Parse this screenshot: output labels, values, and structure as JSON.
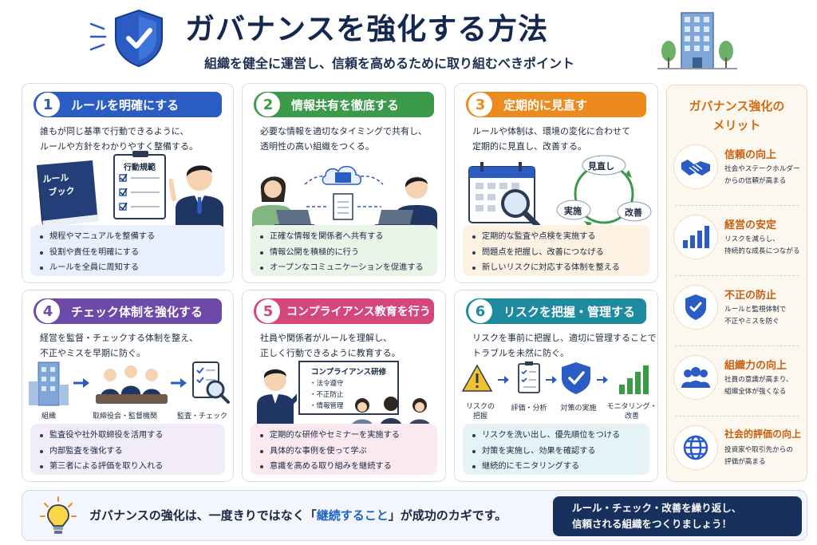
{
  "header": {
    "title": "ガバナンスを強化する方法",
    "subtitle": "組織を健全に運営し、信頼を高めるために取り組むべきポイント"
  },
  "colors": {
    "blue": "#2a5cc4",
    "green": "#3a9a4a",
    "orange": "#ec8a1e",
    "purple": "#6e4aa8",
    "pink": "#d5467c",
    "teal": "#1e8aa0",
    "navy": "#17305e"
  },
  "cards": [
    {
      "num": "1",
      "title": "ルールを明確にする",
      "desc": [
        "誰もが同じ基準で行動できるように、",
        "ルールや方針をわかりやすく整備する。"
      ],
      "book_label": [
        "ルール",
        "ブック"
      ],
      "board_title": "行動規範",
      "bullets": [
        "規程やマニュアルを整備する",
        "役割や責任を明確にする",
        "ルールを全員に周知する"
      ]
    },
    {
      "num": "2",
      "title": "情報共有を徹底する",
      "desc": [
        "必要な情報を適切なタイミングで共有し、",
        "透明性の高い組織をつくる。"
      ],
      "bullets": [
        "正確な情報を関係者へ共有する",
        "情報公開を積極的に行う",
        "オープンなコミュニケーションを促進する"
      ]
    },
    {
      "num": "3",
      "title": "定期的に見直す",
      "desc": [
        "ルールや体制は、環境の変化に合わせて",
        "定期的に見直し、改善する。"
      ],
      "cycle": [
        "見直し",
        "改善",
        "実施"
      ],
      "bullets": [
        "定期的な監査や点検を実施する",
        "問題点を把握し、改善につなげる",
        "新しいリスクに対応する体制を整える"
      ]
    },
    {
      "num": "4",
      "title": "チェック体制を強化する",
      "desc": [
        "経営を監督・チェックする体制を整え、",
        "不正やミスを早期に防ぐ。"
      ],
      "labels": [
        "組織",
        "取締役会・監督機関",
        "監査・チェック"
      ],
      "bullets": [
        "監査役や社外取締役を活用する",
        "内部監査を強化する",
        "第三者による評価を取り入れる"
      ]
    },
    {
      "num": "5",
      "title": "コンプライアンス教育を行う",
      "desc": [
        "社員や関係者がルールを理解し、",
        "正しく行動できるように教育する。"
      ],
      "board_title": "コンプライアンス研修",
      "board_items": [
        "法令遵守",
        "不正防止",
        "情報管理"
      ],
      "bullets": [
        "定期的な研修やセミナーを実施する",
        "具体的な事例を使って学ぶ",
        "意識を高める取り組みを継続する"
      ]
    },
    {
      "num": "6",
      "title": "リスクを把握・管理する",
      "desc": [
        "リスクを事前に把握し、適切に管理することで",
        "トラブルを未然に防ぐ。"
      ],
      "labels": [
        "リスクの\n把握",
        "評価・分析",
        "対策の実施",
        "モニタリング・\n改善"
      ],
      "bullets": [
        "リスクを洗い出し、優先順位をつける",
        "対策を実施し、効果を確認する",
        "継続的にモニタリングする"
      ]
    }
  ],
  "merits": {
    "title": [
      "ガバナンス強化の",
      "メリット"
    ],
    "items": [
      {
        "title": "信頼の向上",
        "desc": [
          "社会やステークホルダー",
          "からの信頼が高まる"
        ],
        "icon": "handshake-icon"
      },
      {
        "title": "経営の安定",
        "desc": [
          "リスクを減らし、",
          "持続的な成長につながる"
        ],
        "icon": "bar-chart-icon"
      },
      {
        "title": "不正の防止",
        "desc": [
          "ルールと監視体制で",
          "不正やミスを防ぐ"
        ],
        "icon": "shield-icon"
      },
      {
        "title": "組織力の向上",
        "desc": [
          "社員の意識が高まり、",
          "組織全体が強くなる"
        ],
        "icon": "people-icon"
      },
      {
        "title": "社会的評価の向上",
        "desc": [
          "投資家や取引先からの",
          "評価が高まる"
        ],
        "icon": "globe-icon"
      }
    ]
  },
  "footer": {
    "text_before": "ガバナンスの強化は、一度きりではなく「",
    "highlight": "継続すること",
    "text_after": "」が成功のカギです。",
    "box": [
      "ルール・チェック・改善を繰り返し、",
      "信頼される組織をつくりましょう！"
    ]
  }
}
